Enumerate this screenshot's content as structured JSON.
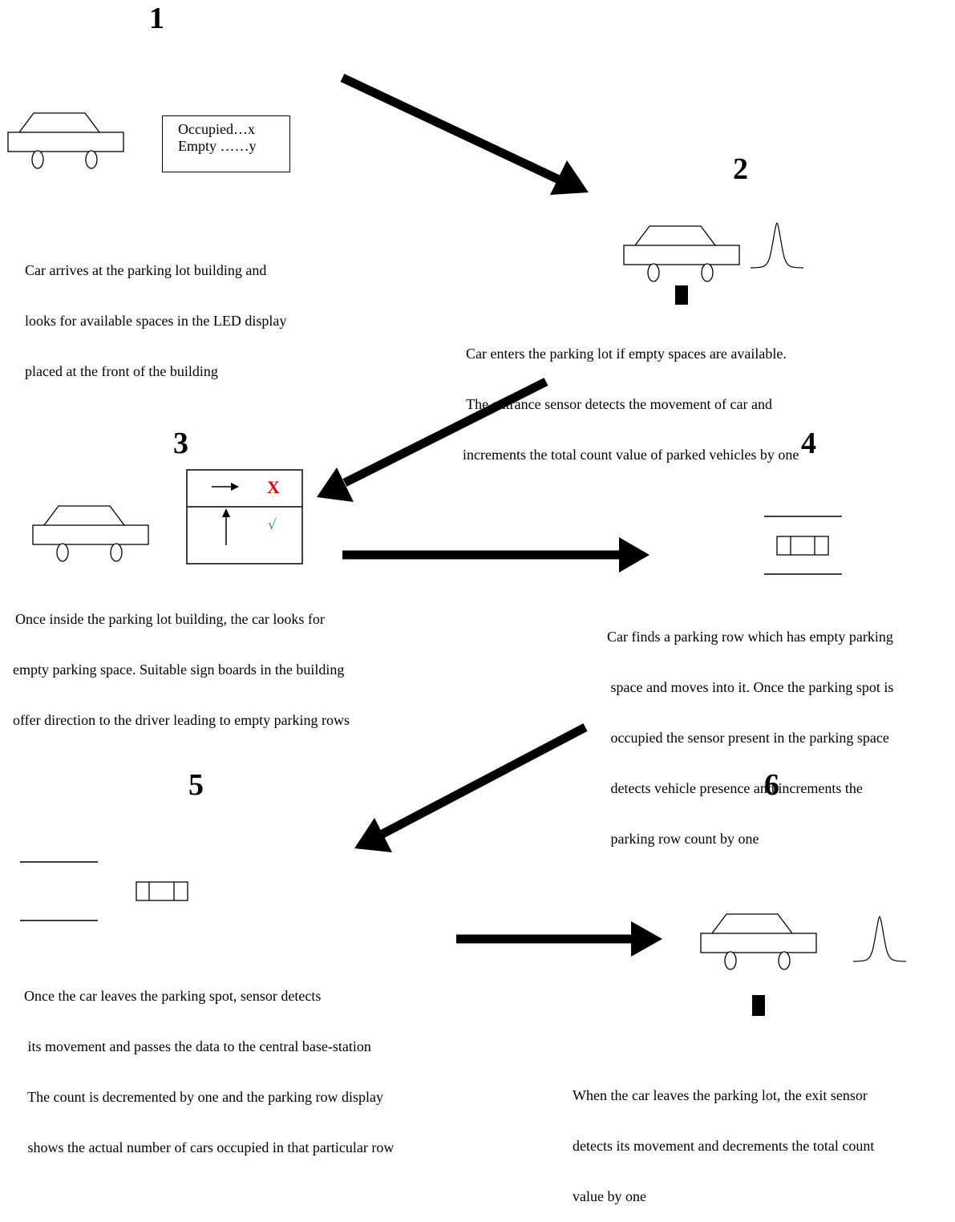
{
  "steps": [
    {
      "number": "1",
      "caption": [
        "Car arrives at the parking lot building and",
        "looks for available spaces in the LED display",
        "placed at the front of the building"
      ]
    },
    {
      "number": "2",
      "caption": [
        "Car enters the parking lot if empty spaces are available.",
        " The entrance sensor detects the movement of car and",
        "increments the total count value of parked vehicles by one"
      ]
    },
    {
      "number": "3",
      "caption": [
        "Once inside the parking lot building, the car looks for",
        "empty parking space. Suitable sign boards in the building",
        "offer direction to the driver leading to empty parking rows"
      ]
    },
    {
      "number": "4",
      "caption": [
        "Car finds a parking row which has empty parking",
        " space and moves into it. Once the parking spot is",
        " occupied the sensor present in the parking space",
        " detects vehicle presence and increments the",
        " parking row count by one"
      ]
    },
    {
      "number": "5",
      "caption": [
        "Once the car leaves the parking spot, sensor detects",
        " its movement and passes the data to the central base-station",
        " The count is decremented by one and the parking row display",
        " shows the actual number of cars occupied in that particular row"
      ]
    },
    {
      "number": "6",
      "caption": [
        "When the car leaves the parking lot, the exit sensor",
        "detects its movement and decrements the total count",
        "value by one"
      ]
    }
  ],
  "led_display": {
    "line1": "Occupied…x",
    "line2": "Empty ……y"
  },
  "sign_board": {
    "blocked_mark": "X",
    "open_mark": "√",
    "blocked_color": "#e00000",
    "open_color": "#2e9e4f"
  }
}
